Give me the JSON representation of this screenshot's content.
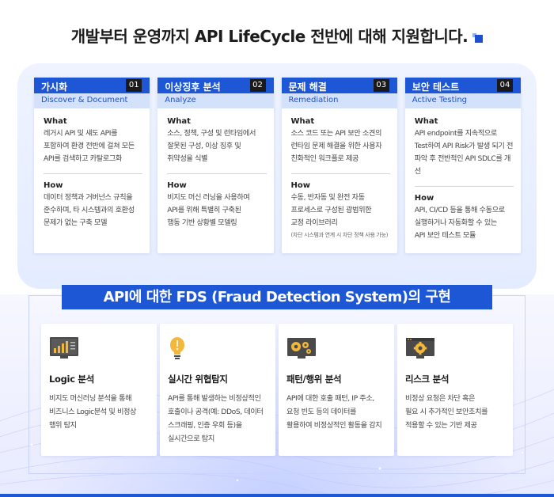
{
  "header": {
    "title": "개발부터 운영까지 API LifeCycle 전반에 대해 지원합니다."
  },
  "steps": [
    {
      "title": "가시화",
      "num": "01",
      "sub": "Discover & Document",
      "what_label": "What",
      "what": "레거시 API 및 섀도 API를\n포함하여 환경 전반에 걸쳐 모든\nAPI를 검색하고 카탈로그화",
      "how_label": "How",
      "how": "데이터 정책과 거버넌스 규칙을\n준수하며, 타 시스템과의 호환성\n문제가 없는 구축 모델"
    },
    {
      "title": "이상징후 분석",
      "num": "02",
      "sub": "Analyze",
      "what_label": "What",
      "what": "소스, 정책, 구성 및 런타임에서\n잘못된 구성, 이상 징후 및\n취약성을 식별",
      "how_label": "How",
      "how": "비지도 머신 러닝을 사용하여\nAPI를 위해 특별히 구축된\n행동 기반 상황별 모델링"
    },
    {
      "title": "문제 해결",
      "num": "03",
      "sub": "Remediation",
      "what_label": "What",
      "what": "소스 코드 또는 API 보안 소견의\n런타임 문제 해결을 위한 사용자\n친화적인 워크플로 제공",
      "how_label": "How",
      "how": "수동, 반자동 및 완전 자동\n프로세스로 구성된 광범위한\n교정 라이브러리",
      "note": "(차단 시스템과 연계 시 차단 정책 사용 가능)"
    },
    {
      "title": "보안 테스트",
      "num": "04",
      "sub": "Active Testing",
      "what_label": "What",
      "what": "API endpoint를 지속적으로\nTest하여 API Risk가 발생 되기 전\n파악 후 전반적인 API SDLC를 개선",
      "how_label": "How",
      "how": "API, CI/CD 등을 통해 수동으로\n실행하거나 자동화할 수 있는\nAPI 보안 테스트 모듈"
    }
  ],
  "fds": {
    "title": "API에 대한 FDS (Fraud Detection System)의 구현",
    "cards": [
      {
        "icon": "bar-chart-icon",
        "name": "Logic 분석",
        "desc": "비지도 머신러닝 분석을 통해\n비즈니스 Logic분석 및 비정상\n행위 탐지"
      },
      {
        "icon": "lightbulb-icon",
        "name": "실시간 위협탐지",
        "desc": "API를 통해 발생하는 비정상적인\n호출이나 공격(예: DDoS, 데이터\n스크래핑, 인증 우회 등)을\n실시간으로 탐지"
      },
      {
        "icon": "gears-icon",
        "name": "패턴/행위 분석",
        "desc": "API에 대한 호출 패턴, IP 주소,\n요청 빈도 등의 데이터를\n활용하여 비정상적인 활동을 감지"
      },
      {
        "icon": "gear-monitor-icon",
        "name": "리스크 분석",
        "desc": "비정상 요청은 차단 혹은\n필요 시 추가적인 보안조치를\n적용할 수 있는 기반 제공"
      }
    ]
  },
  "colors": {
    "primary": "#1e57d6",
    "sub_band": "#d3e1fb",
    "panel": "#e8efff",
    "icon_yellow": "#f3b83b",
    "icon_dark": "#4a4a4a"
  }
}
